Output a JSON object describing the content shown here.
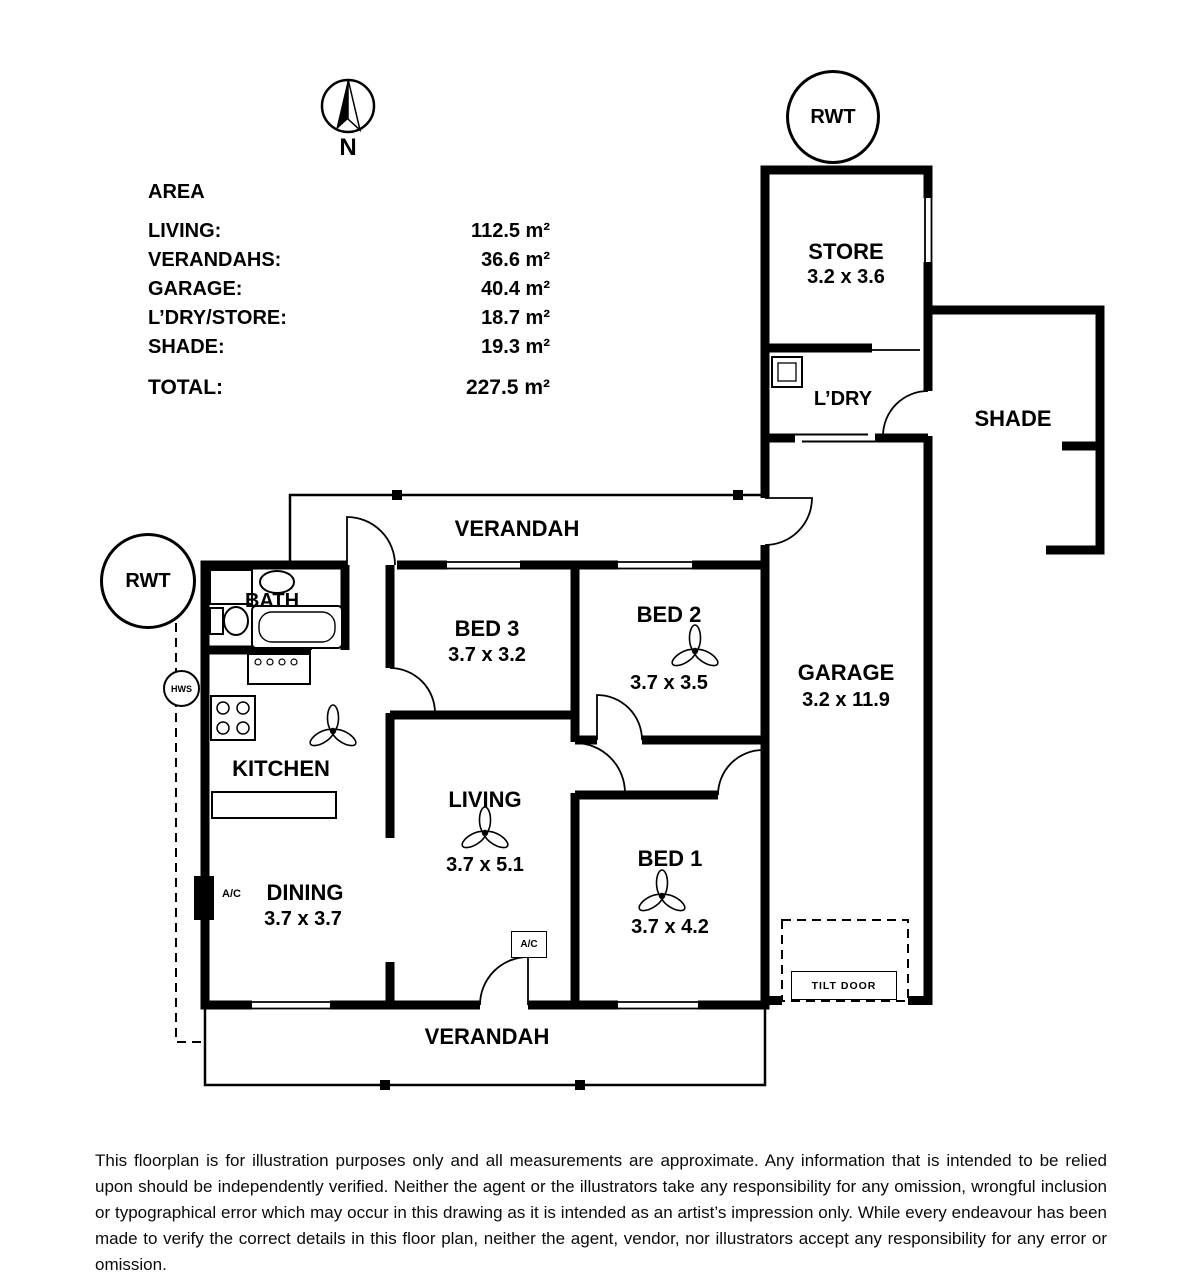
{
  "compass": {
    "north_label": "N"
  },
  "rwt_top_label": "RWT",
  "rwt_left_label": "RWT",
  "hws_label": "HWS",
  "area_table": {
    "title": "AREA",
    "rows": [
      {
        "label": "LIVING:",
        "value": "112.5 m²"
      },
      {
        "label": "VERANDAHS:",
        "value": "36.6 m²"
      },
      {
        "label": "GARAGE:",
        "value": "40.4 m²"
      },
      {
        "label": "L’DRY/STORE:",
        "value": "18.7 m²"
      },
      {
        "label": "SHADE:",
        "value": "19.3 m²"
      }
    ],
    "total": {
      "label": "TOTAL:",
      "value": "227.5 m²"
    }
  },
  "rooms": {
    "store": {
      "name": "STORE",
      "size": "3.2 x 3.6"
    },
    "ldry": {
      "name": "L’DRY"
    },
    "shade": {
      "name": "SHADE"
    },
    "garage": {
      "name": "GARAGE",
      "size": "3.2 x 11.9"
    },
    "verandah_top": {
      "name": "VERANDAH"
    },
    "bath": {
      "name": "BATH"
    },
    "bed3": {
      "name": "BED 3",
      "size": "3.7 x 3.2"
    },
    "bed2": {
      "name": "BED 2",
      "size": "3.7 x 3.5"
    },
    "kitchen": {
      "name": "KITCHEN"
    },
    "living": {
      "name": "LIVING",
      "size": "3.7 x 5.1"
    },
    "dining": {
      "name": "DINING",
      "size": "3.7 x 3.7"
    },
    "bed1": {
      "name": "BED 1",
      "size": "3.7 x 4.2"
    },
    "verandah_bottom": {
      "name": "VERANDAH"
    }
  },
  "annotations": {
    "tilt_door": "TILT DOOR",
    "ac_left": "A/C",
    "ac_bottom": "A/C"
  },
  "disclaimer": "This floorplan is for illustration purposes only and all measurements are approximate. Any information that is intended to be relied upon should be independently verified. Neither the agent or the illustrators take any responsibility for any omission, wrongful inclusion or typographical error which may occur in this drawing as it is intended as an artist’s impression only. While every endeavour has been made to verify the correct details in this floor plan, neither the agent, vendor, nor illustrators accept any responsibility for any error or omission.",
  "colors": {
    "wall": "#000000",
    "background": "#ffffff",
    "text": "#000000"
  }
}
